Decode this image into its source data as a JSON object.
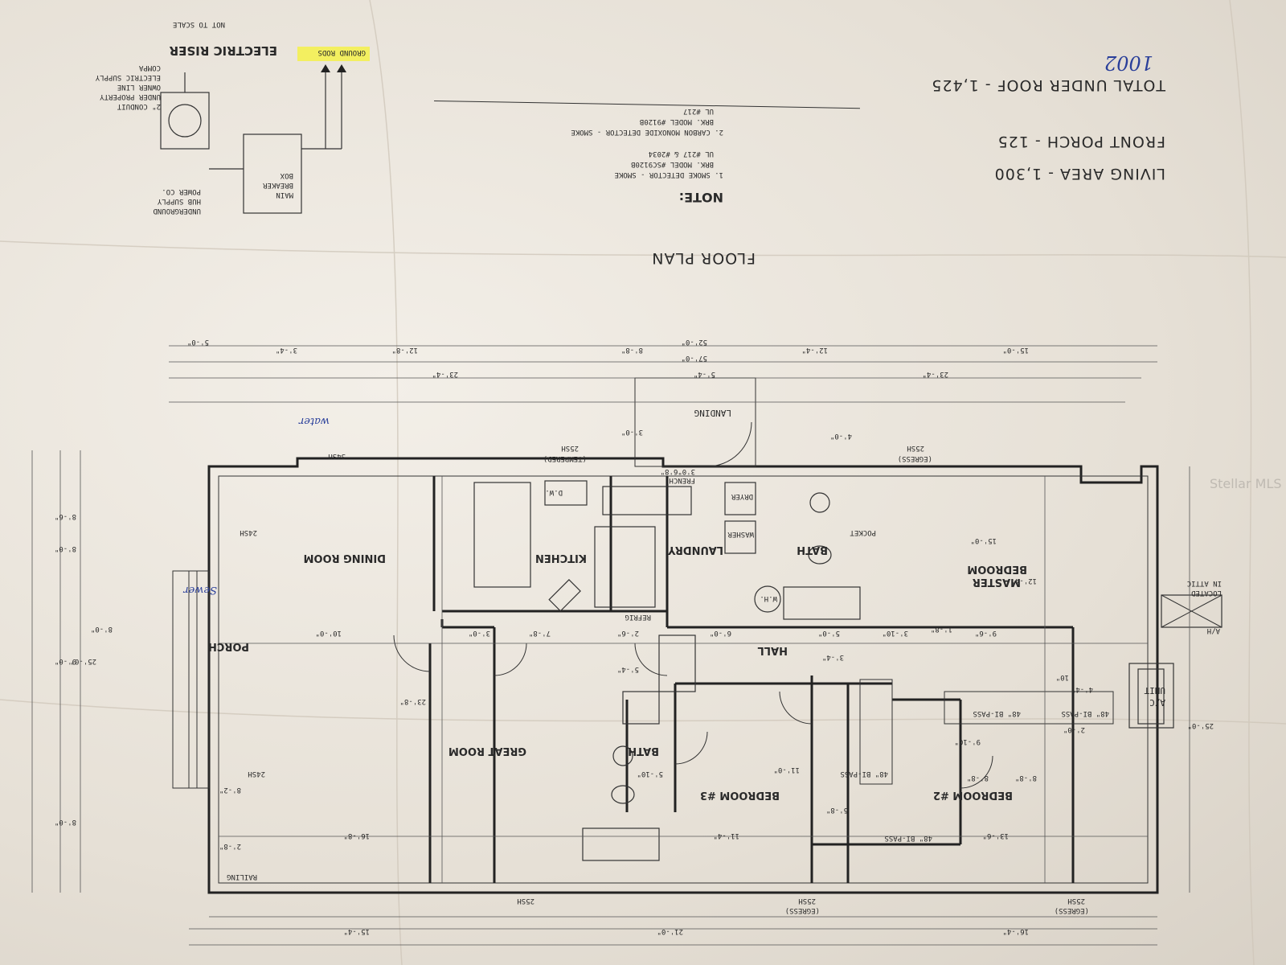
{
  "title": "FLOOR PLAN",
  "areas": {
    "living": "LIVING AREA - 1,300",
    "porch": "FRONT PORCH - 125",
    "total": "TOTAL UNDER ROOF - 1,425"
  },
  "handwritten": {
    "number": "1002",
    "water": "water",
    "sewer": "Sewer"
  },
  "note": {
    "heading": "NOTE:",
    "line1a": "1. SMOKE DETECTOR - SMOKE",
    "line1b": "BRK. MODEL #SC9120B",
    "line1c": "UL #217 & #2034",
    "line2a": "2. CARBON MONOXIDE DETECTOR - SMOKE",
    "line2b": "BRK. MODEL #9120B",
    "line2c": "UL #217"
  },
  "riser": {
    "title": "ELECTRIC RISER",
    "subtitle": "NOT TO SCALE",
    "ground_rods": "GROUND RODS",
    "main_breaker_1": "MAIN",
    "main_breaker_2": "BREAKER",
    "main_breaker_3": "BOX",
    "underground_1": "UNDERGROUND",
    "underground_2": "HUB SUPPLY",
    "underground_3": "POWER CO.",
    "conduit_1": "2\" CONDUIT",
    "conduit_2": "UNDER PROPERTY",
    "conduit_3": "OWNER LINE",
    "conduit_4": "ELECTRIC SUPPLY",
    "conduit_5": "COMPA"
  },
  "rooms": {
    "dining": "DINING ROOM",
    "kitchen": "KITCHEN",
    "laundry": "LAUNDRY",
    "bath1": "BATH",
    "master1": "MASTER",
    "master2": "BEDROOM",
    "hall": "HALL",
    "great": "GREAT ROOM",
    "bath2": "BATH",
    "bedroom3": "BEDROOM #3",
    "bedroom2": "BEDROOM #2",
    "landing": "LANDING",
    "porch": "PORCH"
  },
  "fixtures": {
    "refrig": "REFRIG",
    "dw": "D.W.",
    "dryer": "DRYER",
    "washer": "WASHER",
    "wh": "W.H.",
    "pocket": "POCKET",
    "ac_unit_1": "A/C",
    "ac_unit_2": "UNIT",
    "ah": "A/H",
    "attic_1": "LOCATED",
    "attic_2": "IN ATTIC",
    "bipass1": "48\" BI-PASS",
    "bipass2": "48\" BI-PASS",
    "bipass3": "48\" BI-PASS",
    "bipass4": "48\" BI-PASS",
    "railing": "RAILING",
    "french_1": "FRENCH",
    "french_2": "3'0\"6'8\""
  },
  "windows": {
    "w1": "34SH",
    "w2": "25SH",
    "w2b": "(TEMPERED)",
    "w3": "25SH",
    "w3b": "(EGRESS)",
    "w4": "24SH",
    "w5": "24SH",
    "w6": "25SH",
    "w7": "25SH",
    "w7b": "(EGRESS)",
    "w8": "25SH",
    "w8b": "(EGRESS)"
  },
  "dims": {
    "overall": "57'-0\"",
    "d52": "52'-0\"",
    "d5": "5'-0\"",
    "d3_4": "3'-4\"",
    "d12_8": "12'-8\"",
    "d8_8": "8'-8\"",
    "d12_4": "12'-4\"",
    "d15": "15'-0\"",
    "d23_4a": "23'-4\"",
    "d5_4": "5'-4\"",
    "d23_4b": "23'-4\"",
    "d4_0": "4'-0\"",
    "d3_0": "3'-0\"",
    "d25_left": "25'-0\"",
    "d25_right": "25'-0\"",
    "d8_6": "8'-6\"",
    "d8_0a": "8'-0\"",
    "d9_0": "9'-0\"",
    "d8_0b": "8'-0\"",
    "d8_0c": "8'-0\"",
    "d12_4v": "12'-4\"",
    "d8_8v": "8'-8\"",
    "d10_0": "10'-0\"",
    "d3_0b": "3'-0\"",
    "d7_8": "7'-8\"",
    "d2_6": "2'-6\"",
    "d6_0": "6'-0\"",
    "d5_0": "5'-0\"",
    "d9_6": "9'-6\"",
    "d3_10": "3'-10\"",
    "d15_0": "15'-0\"",
    "d23_8": "23'-8\"",
    "d16_8": "16'-8\"",
    "d11_4": "11'-4\"",
    "d13_6": "13'-6\"",
    "d11_0": "11'-0\"",
    "d9_10": "9'-10\"",
    "d8_8c": "8'-8\"",
    "d5_10": "5'-10\"",
    "d3_4v": "3'-4\"",
    "d5_4v": "5'-4\"",
    "d5_8": "5'-8\"",
    "d2_8": "2'-8\"",
    "d8_2": "8'-2\"",
    "d1_8": "1'-8\"",
    "d16_4": "16'-4\"",
    "d21_0": "21'-0\"",
    "d15_4": "15'-4\"",
    "d2_0": "2'-0\"",
    "d4_4": "4'-4\"",
    "d10": "10\""
  },
  "watermark": "Stellar MLS"
}
